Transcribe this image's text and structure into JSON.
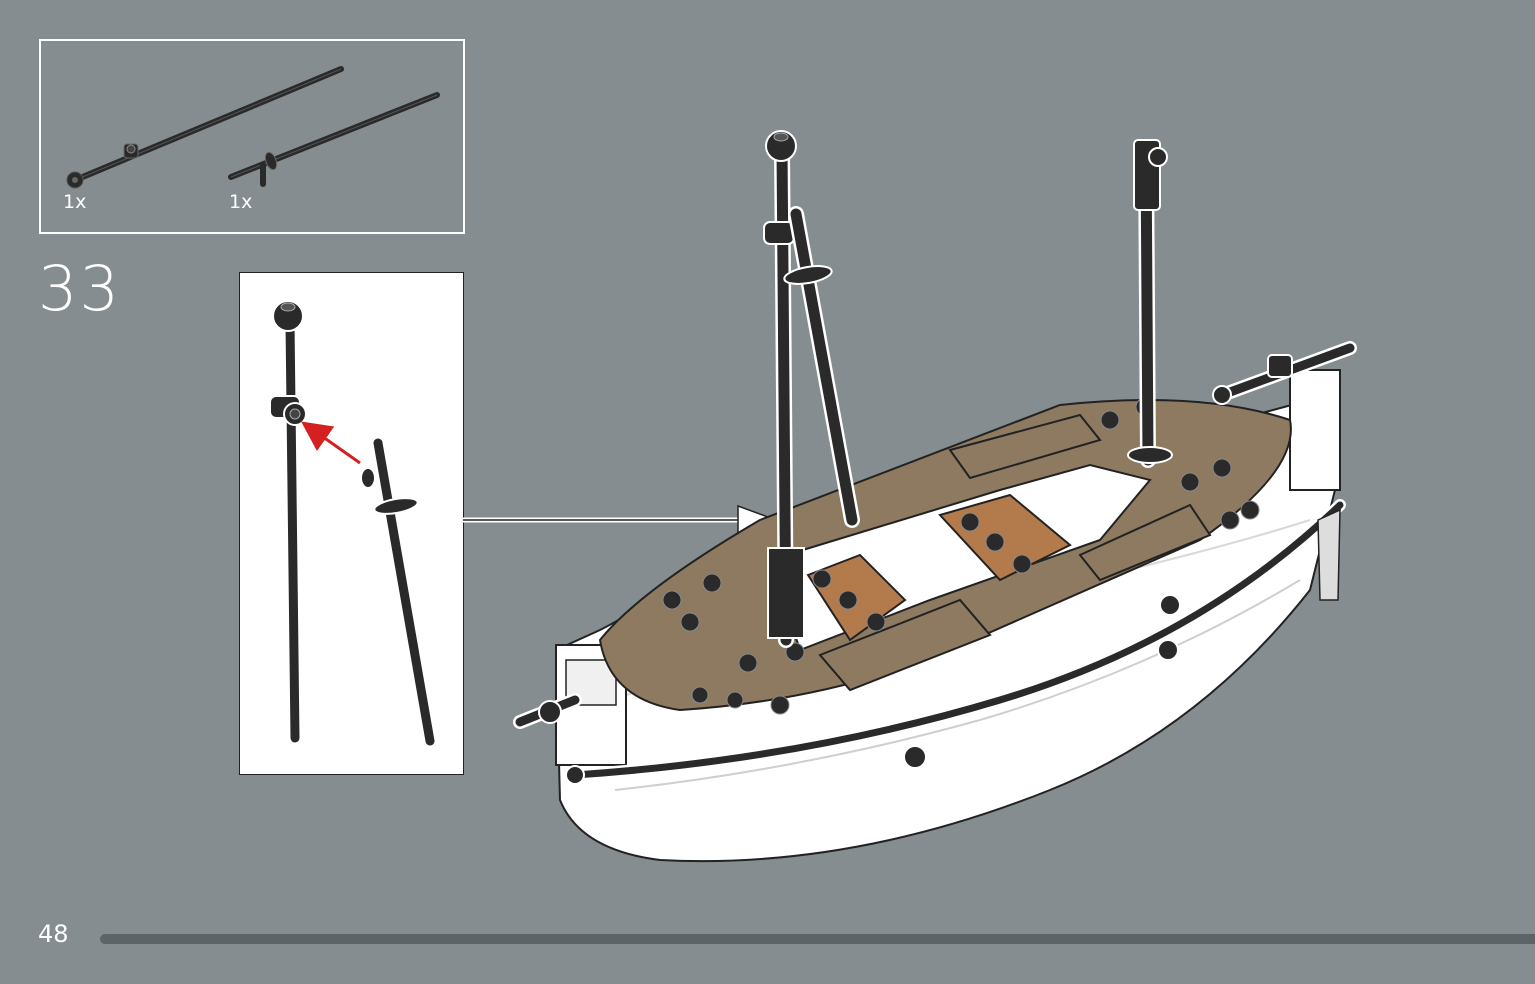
{
  "parts": [
    {
      "quantity": "1x",
      "icon": "bar-with-clip-part-icon"
    },
    {
      "quantity": "1x",
      "icon": "bar-with-stopper-part-icon"
    }
  ],
  "step": {
    "number": "33"
  },
  "page": {
    "number": "48",
    "progress_fraction": 0.04
  },
  "colors": {
    "background": "#858d90",
    "deck_tan": "#8d7a61",
    "deck_orange": "#b37a4c",
    "hull_white": "#ffffff",
    "bar_black": "#2a2a2a",
    "arrow_red": "#d42020"
  }
}
